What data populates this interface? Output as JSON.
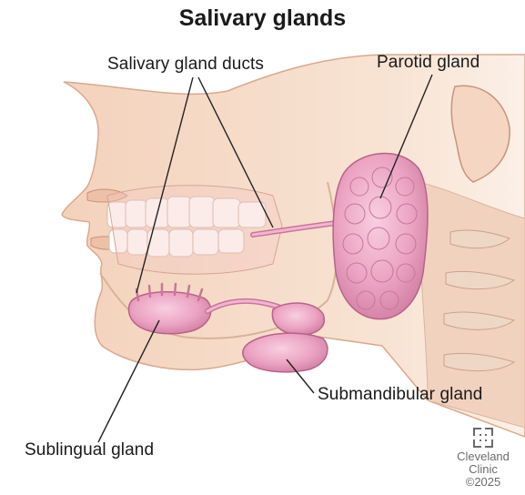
{
  "title": "Salivary glands",
  "labels": {
    "ducts": "Salivary gland ducts",
    "parotid": "Parotid gland",
    "submandibular": "Submandibular gland",
    "sublingual": "Sublingual gland"
  },
  "credit": {
    "brand_line1": "Cleveland",
    "brand_line2": "Clinic",
    "year": "©2025"
  },
  "colors": {
    "skin": "#f6ddc8",
    "skin_shadow": "#eec5a8",
    "outline": "#c99379",
    "gland": "#eaa3c0",
    "gland_dark": "#c9769b",
    "teeth": "#ffffff",
    "bone": "#e9d3c2",
    "leader": "#222222"
  }
}
